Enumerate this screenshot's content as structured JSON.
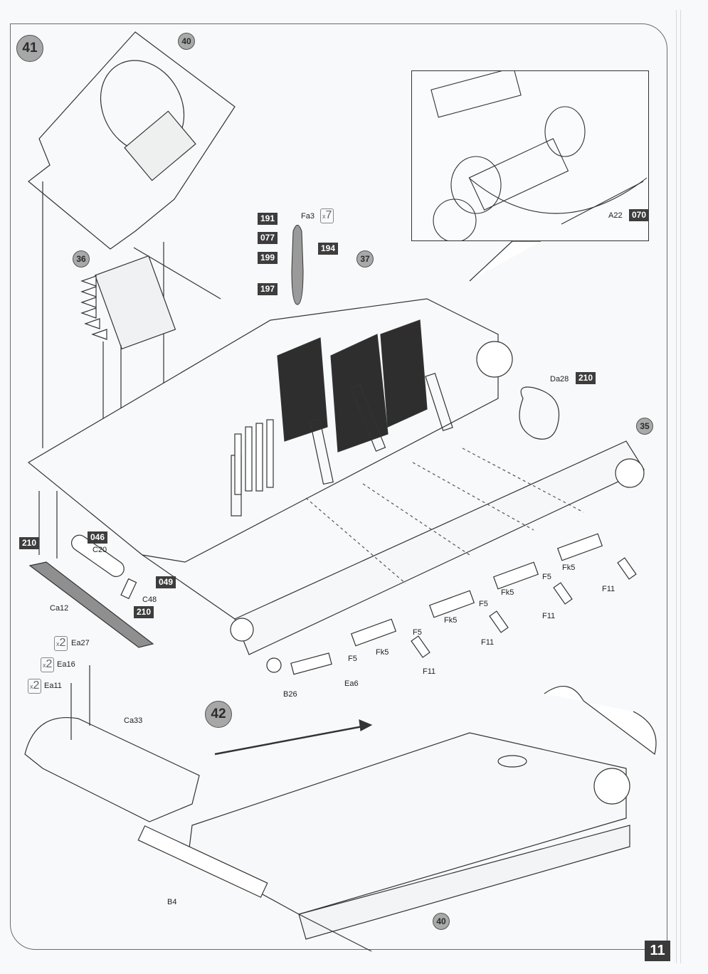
{
  "page": {
    "number": "11"
  },
  "steps": [
    {
      "number": "41",
      "label": "step-41"
    },
    {
      "number": "42",
      "label": "step-42"
    }
  ],
  "reference_circles": {
    "hull_top_plate": "40",
    "ammo_rack": "36",
    "engine_assembly": "37",
    "sponson": "35",
    "hull_bottom": "40"
  },
  "shell_callout": {
    "part": "Fa3",
    "quantity_prefix": "x",
    "quantity": "7",
    "paints": [
      "191",
      "077",
      "199",
      "194",
      "197"
    ]
  },
  "inset": {
    "part": "A22",
    "paint": "070"
  },
  "parts_labels": {
    "da28": "Da28",
    "da28_paint": "210",
    "ca12": "Ca12",
    "ca12_paint": "210",
    "c20": "C20",
    "c20_paint": "046",
    "c48": "C48",
    "c48_top_paint": "049",
    "c48_paint": "210",
    "ea27": "Ea27",
    "ea16": "Ea16",
    "ea11": "Ea11",
    "qty_x2": "2",
    "qty_prefix": "x",
    "ca33": "Ca33",
    "b26": "B26",
    "ea6": "Ea6",
    "fk5": "Fk5",
    "f5": "F5",
    "f11": "F11",
    "b4": "B4"
  },
  "colors": {
    "paint_badge": "#3d3d3d",
    "step_circle": "#a7a7a7",
    "line": "#333333",
    "dark_fill": "#2e2e2e",
    "grey_fill": "#8f8f8f"
  }
}
